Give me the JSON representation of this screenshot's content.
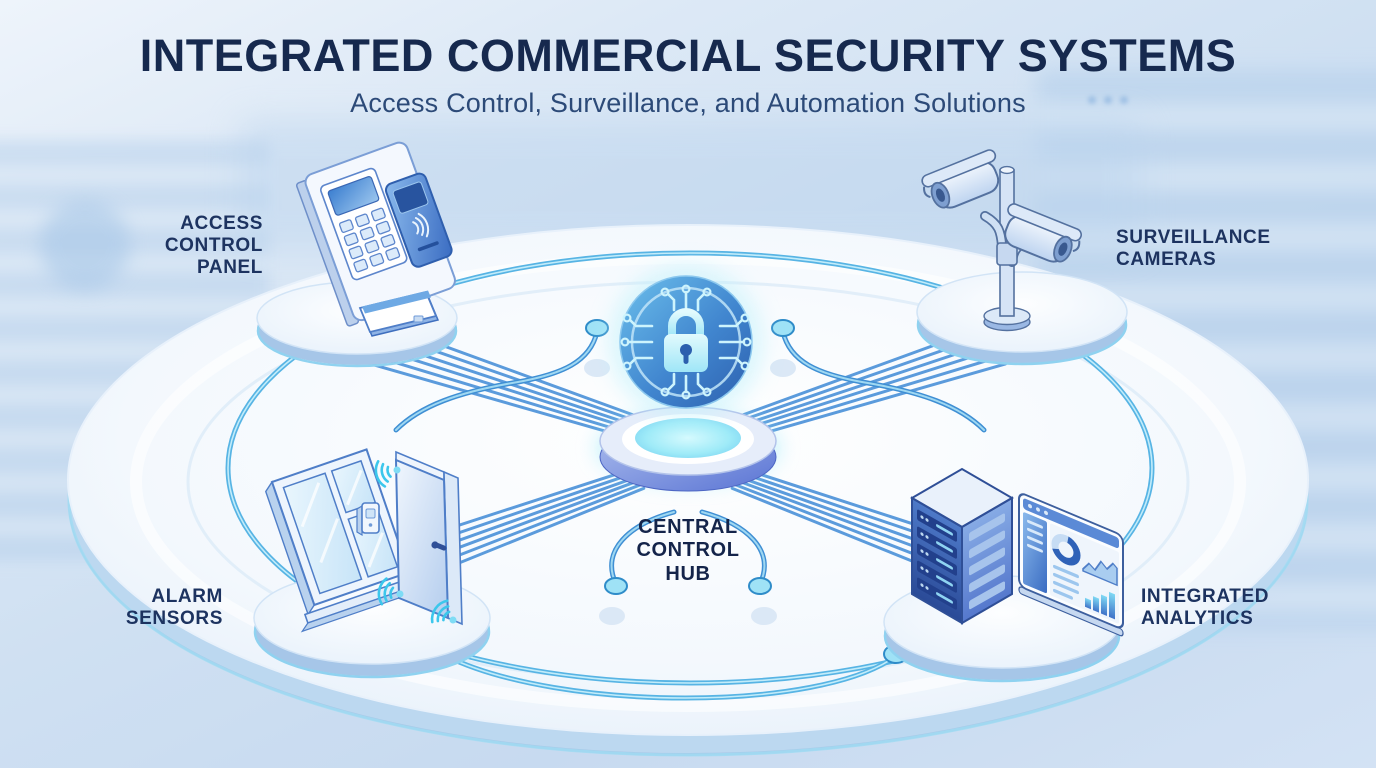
{
  "header": {
    "title": "INTEGRATED COMMERCIAL SECURITY SYSTEMS",
    "subtitle": "Access Control, Surveillance, and Automation Solutions"
  },
  "hub": {
    "id": "central-control-hub",
    "lines": [
      "CENTRAL",
      "CONTROL",
      "HUB"
    ],
    "icon": "padlock-circuit-icon"
  },
  "nodes": [
    {
      "id": "access-control-panel",
      "position": "top-left",
      "lines": [
        "ACCESS",
        "CONTROL",
        "PANEL"
      ],
      "icon": "keypad-card-reader-icon"
    },
    {
      "id": "surveillance-cameras",
      "position": "top-right",
      "lines": [
        "SURVEILLANCE",
        "CAMERAS"
      ],
      "icon": "cctv-cameras-icon"
    },
    {
      "id": "alarm-sensors",
      "position": "bottom-left",
      "lines": [
        "ALARM",
        "SENSORS"
      ],
      "icon": "door-window-sensor-icon"
    },
    {
      "id": "integrated-analytics",
      "position": "bottom-right",
      "lines": [
        "INTEGRATED",
        "ANALYTICS"
      ],
      "icon": "server-dashboard-icon"
    }
  ],
  "colors": {
    "title_text": "#16294e",
    "label_text": "#1d3360",
    "background_top": "#eef4fb",
    "background_bottom": "#c7daf0",
    "platform_surface": "#f8fbfe",
    "platform_rim": "#a9d3ef",
    "orbit_cable": "#57b4e4",
    "trace_line": "#5b9bdc",
    "hub_badge_start": "#66b4e8",
    "hub_badge_end": "#2c5fae",
    "lock_glyph": "#cdf4fd",
    "glow_cyan": "#8fe4f6",
    "outline_blue": "#3f5f9b",
    "wifi_accent": "#3cc7ec"
  }
}
